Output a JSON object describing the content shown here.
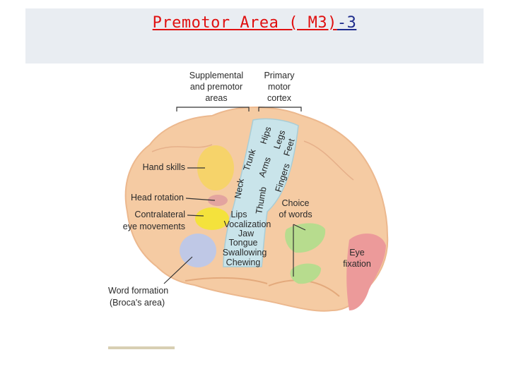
{
  "title": {
    "main": "Premotor Area ( M3)",
    "suffix": "-3"
  },
  "top_labels": {
    "supplemental": [
      "Supplemental",
      "and premotor",
      "areas"
    ],
    "primary": [
      "Primary",
      "motor",
      "cortex"
    ]
  },
  "left_labels": {
    "hand_skills": "Hand skills",
    "head_rotation": "Head rotation",
    "contralateral": [
      "Contralateral",
      "eye movements"
    ],
    "word_formation": [
      "Word formation",
      "(Broca's area)"
    ]
  },
  "strip_labels": [
    "Hips",
    "Legs",
    "Feet",
    "Trunk",
    "Arms",
    "Fingers",
    "Neck",
    "Thumb"
  ],
  "motor_list": [
    "Lips",
    "Vocalization",
    "Jaw",
    "Tongue",
    "Swallowing",
    "Chewing"
  ],
  "right_labels": {
    "choice_of_words": [
      "Choice",
      "of words"
    ],
    "eye_fixation": [
      "Eye",
      "fixation"
    ]
  },
  "colors": {
    "title_red": "#e01010",
    "title_blue": "#1e2c8c",
    "brain": "#f5cba3",
    "strip": "#c9e4ea",
    "hand_skills": "#f6d36a",
    "head_rotation": "#e3a49f",
    "eye_movements": "#f4e23c",
    "broca": "#bfc8e6",
    "choice_of_words": "#b7dc8e",
    "eye_fixation": "#ec9a9a"
  }
}
